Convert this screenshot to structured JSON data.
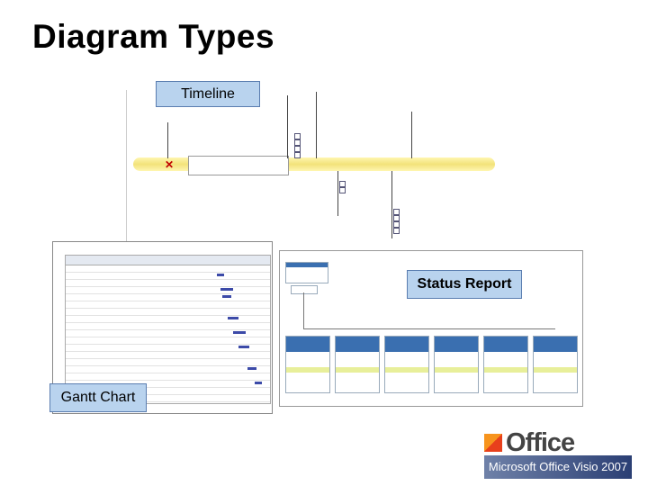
{
  "slide": {
    "title": "Diagram Types"
  },
  "labels": {
    "timeline": "Timeline",
    "status_report": "Status Report",
    "gantt_chart": "Gantt Chart"
  },
  "branding": {
    "office_word": "Office",
    "product_name": "Microsoft Office Visio 2007",
    "logo_icon": "office-logo-icon"
  },
  "colors": {
    "label_fill": "#b9d3ee",
    "timeline_band": "#f2e27a",
    "gantt_bar": "#3c4aa8",
    "status_header": "#3a6fb0"
  }
}
